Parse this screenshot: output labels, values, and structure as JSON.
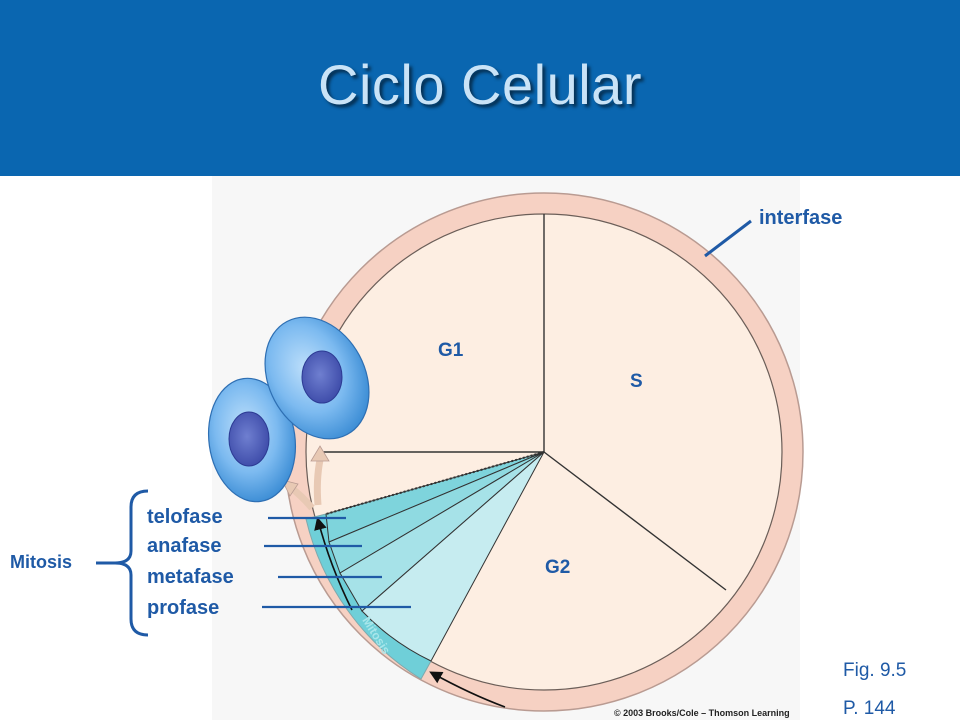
{
  "title": "Ciclo Celular",
  "labels": {
    "interfase": "interfase",
    "g1": "G1",
    "s": "S",
    "g2": "G2",
    "mitosis_group": "Mitosis",
    "mitosis_ring": "Mitosis",
    "telofase": "telofase",
    "anafase": "anafase",
    "metafase": "metafase",
    "profase": "profase"
  },
  "fig_ref": {
    "fig": "Fig. 9.5",
    "page": "P. 144"
  },
  "copyright": "© 2003 Brooks/Cole – Thomson Learning",
  "colors": {
    "title_bar": "#0a66b0",
    "interphase_fill": "#fdeee2",
    "ring_fill": "#f6d1c3",
    "mitosis_cyan": "#6fcfd8",
    "label_blue": "#1f5aa6",
    "cell_blue": "#5aa3df"
  }
}
